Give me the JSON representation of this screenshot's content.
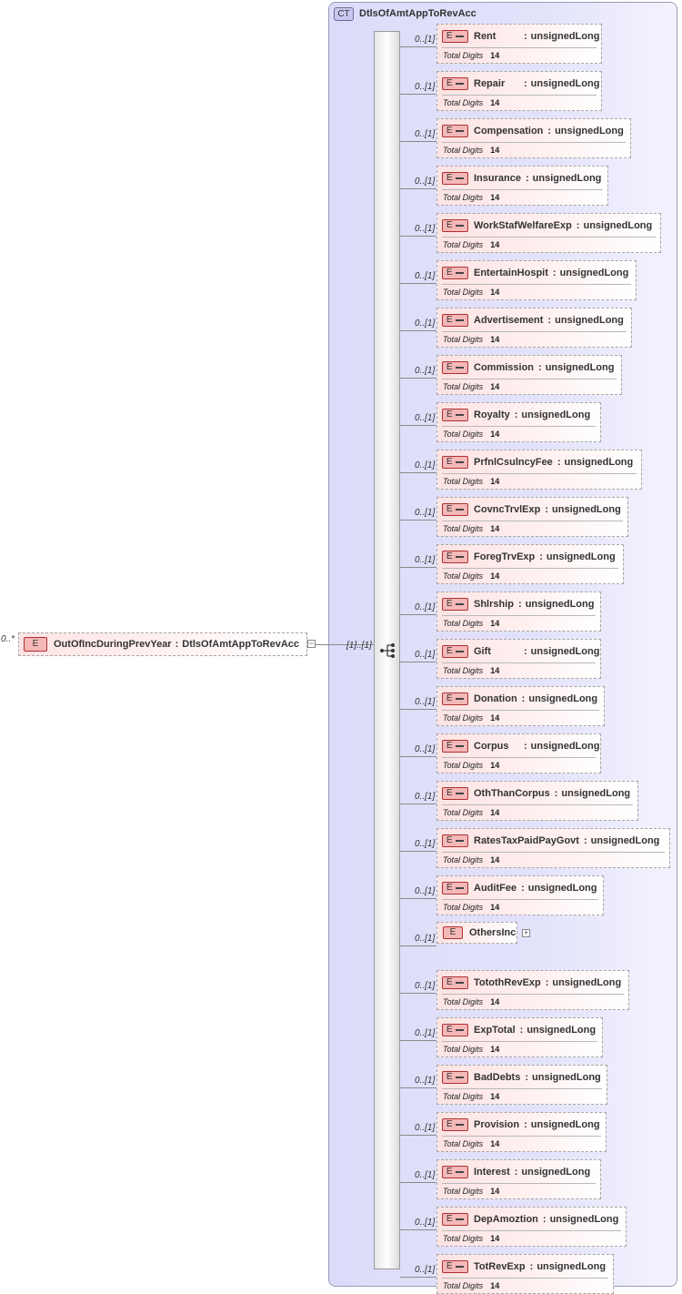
{
  "complex_type": {
    "badge": "CT",
    "name": "DtlsOfAmtAppToRevAcc"
  },
  "root": {
    "badge": "E",
    "name": "OutOfIncDuringPrevYear",
    "type": "DtlsOfAmtAppToRevAcc",
    "occurrence": "0..*",
    "collapse_symbol": "−"
  },
  "sequence": {
    "occurrence": "[1]..[1]"
  },
  "children": [
    {
      "name": "Rent",
      "type": "unsignedLong",
      "occurrence": "0..[1]",
      "facet_label": "Total Digits",
      "facet_value": "14"
    },
    {
      "name": "Repair",
      "type": "unsignedLong",
      "occurrence": "0..[1]",
      "facet_label": "Total Digits",
      "facet_value": "14"
    },
    {
      "name": "Compensation",
      "type": "unsignedLong",
      "occurrence": "0..[1]",
      "facet_label": "Total Digits",
      "facet_value": "14"
    },
    {
      "name": "Insurance",
      "type": "unsignedLong",
      "occurrence": "0..[1]",
      "facet_label": "Total Digits",
      "facet_value": "14"
    },
    {
      "name": "WorkStafWelfareExp",
      "type": "unsignedLong",
      "occurrence": "0..[1]",
      "facet_label": "Total Digits",
      "facet_value": "14"
    },
    {
      "name": "EntertainHospit",
      "type": "unsignedLong",
      "occurrence": "0..[1]",
      "facet_label": "Total Digits",
      "facet_value": "14"
    },
    {
      "name": "Advertisement",
      "type": "unsignedLong",
      "occurrence": "0..[1]",
      "facet_label": "Total Digits",
      "facet_value": "14"
    },
    {
      "name": "Commission",
      "type": "unsignedLong",
      "occurrence": "0..[1]",
      "facet_label": "Total Digits",
      "facet_value": "14"
    },
    {
      "name": "Royalty",
      "type": "unsignedLong",
      "occurrence": "0..[1]",
      "facet_label": "Total Digits",
      "facet_value": "14"
    },
    {
      "name": "PrfnlCsulncyFee",
      "type": "unsignedLong",
      "occurrence": "0..[1]",
      "facet_label": "Total Digits",
      "facet_value": "14"
    },
    {
      "name": "CovncTrvlExp",
      "type": "unsignedLong",
      "occurrence": "0..[1]",
      "facet_label": "Total Digits",
      "facet_value": "14"
    },
    {
      "name": "ForegTrvExp",
      "type": "unsignedLong",
      "occurrence": "0..[1]",
      "facet_label": "Total Digits",
      "facet_value": "14"
    },
    {
      "name": "Shlrship",
      "type": "unsignedLong",
      "occurrence": "0..[1]",
      "facet_label": "Total Digits",
      "facet_value": "14"
    },
    {
      "name": "Gift",
      "type": "unsignedLong",
      "occurrence": "0..[1]",
      "facet_label": "Total Digits",
      "facet_value": "14"
    },
    {
      "name": "Donation",
      "type": "unsignedLong",
      "occurrence": "0..[1]",
      "facet_label": "Total Digits",
      "facet_value": "14"
    },
    {
      "name": "Corpus",
      "type": "unsignedLong",
      "occurrence": "0..[1]",
      "facet_label": "Total Digits",
      "facet_value": "14"
    },
    {
      "name": "OthThanCorpus",
      "type": "unsignedLong",
      "occurrence": "0..[1]",
      "facet_label": "Total Digits",
      "facet_value": "14"
    },
    {
      "name": "RatesTaxPaidPayGovt",
      "type": "unsignedLong",
      "occurrence": "0..[1]",
      "facet_label": "Total Digits",
      "facet_value": "14"
    },
    {
      "name": "AuditFee",
      "type": "unsignedLong",
      "occurrence": "0..[1]",
      "facet_label": "Total Digits",
      "facet_value": "14"
    },
    {
      "name": "OthersInc",
      "type": "",
      "occurrence": "0..[1]",
      "simple": true,
      "expand_symbol": "+"
    },
    {
      "name": "TotothRevExp",
      "type": "unsignedLong",
      "occurrence": "0..[1]",
      "facet_label": "Total Digits",
      "facet_value": "14"
    },
    {
      "name": "ExpTotal",
      "type": "unsignedLong",
      "occurrence": "0..[1]",
      "facet_label": "Total Digits",
      "facet_value": "14"
    },
    {
      "name": "BadDebts",
      "type": "unsignedLong",
      "occurrence": "0..[1]",
      "facet_label": "Total Digits",
      "facet_value": "14"
    },
    {
      "name": "Provision",
      "type": "unsignedLong",
      "occurrence": "0..[1]",
      "facet_label": "Total Digits",
      "facet_value": "14"
    },
    {
      "name": "Interest",
      "type": "unsignedLong",
      "occurrence": "0..[1]",
      "facet_label": "Total Digits",
      "facet_value": "14"
    },
    {
      "name": "DepAmoztion",
      "type": "unsignedLong",
      "occurrence": "0..[1]",
      "facet_label": "Total Digits",
      "facet_value": "14"
    },
    {
      "name": "TotRevExp",
      "type": "unsignedLong",
      "occurrence": "0..[1]",
      "facet_label": "Total Digits",
      "facet_value": "14"
    }
  ]
}
